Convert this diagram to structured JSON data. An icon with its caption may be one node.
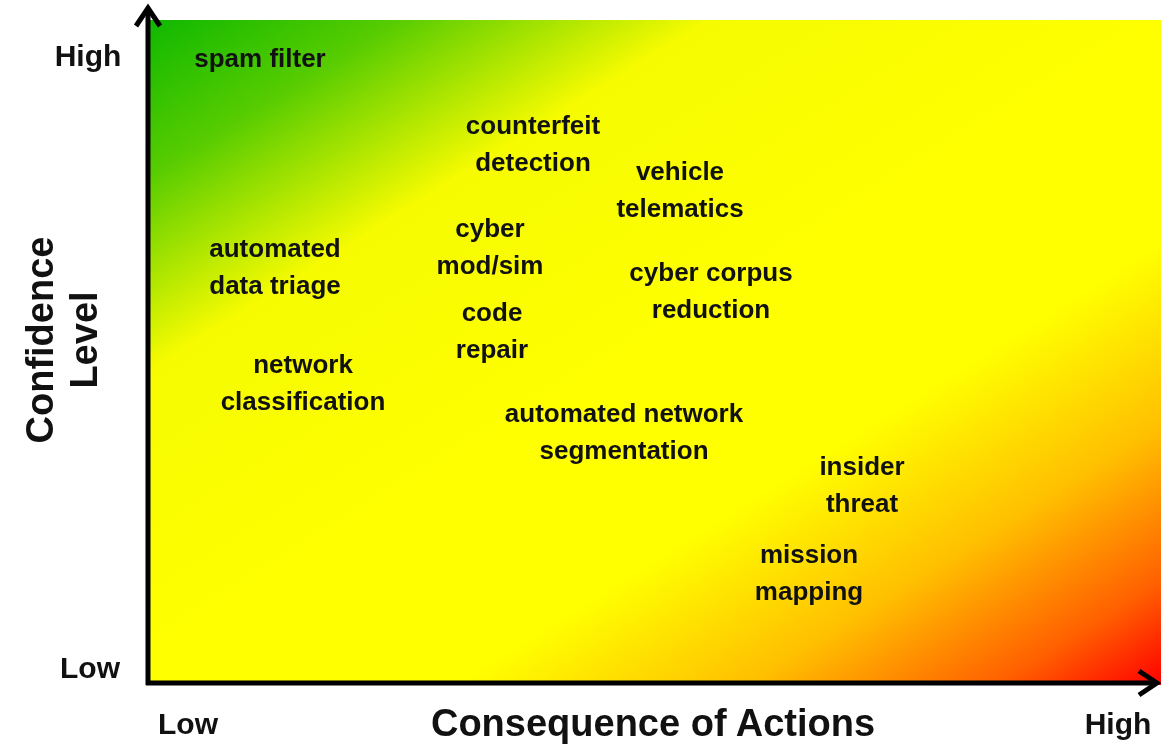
{
  "diagram": {
    "labels": [
      "High",
      "spam filter",
      "counterfeit detection",
      "vehicle telematics",
      "automated data triage",
      "cyber mod/sim",
      "cyber corpus reduction",
      "Confidence Level",
      "code repair",
      "network classification",
      "automated network segmentation",
      "insider threat",
      "mission mapping",
      "Low",
      "Low",
      "Consequence of Actions",
      "High"
    ]
  }
}
